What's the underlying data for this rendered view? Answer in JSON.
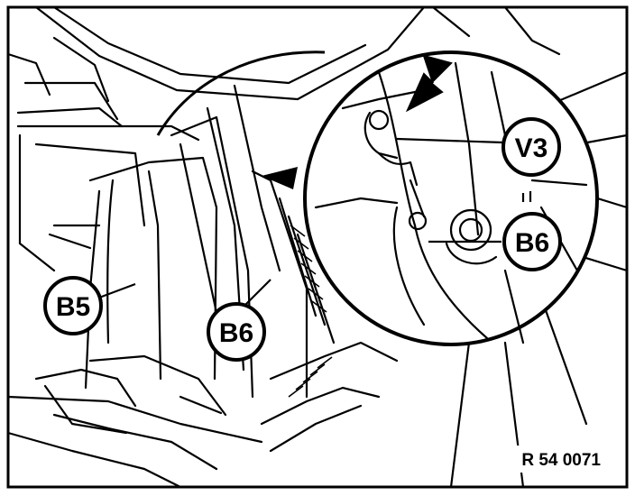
{
  "colors": {
    "ink": "#000000",
    "paper": "#ffffff"
  },
  "figure": {
    "reference": "R 54 0071",
    "callouts": {
      "v3": "V3",
      "b6_detail": "B6",
      "b5": "B5",
      "b6": "B6"
    },
    "arrow_icon": "arrow-down-left-icon"
  }
}
